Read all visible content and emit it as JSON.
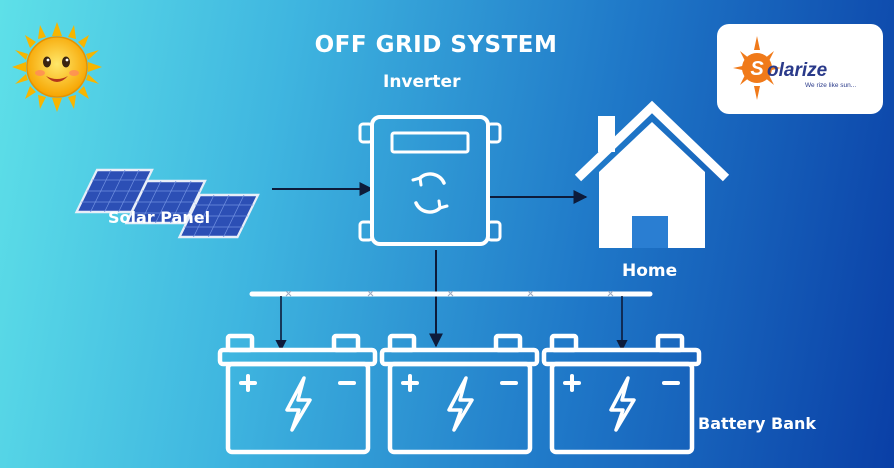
{
  "title": "OFF GRID SYSTEM",
  "labels": {
    "inverter": "Inverter",
    "solar_panel": "Solar Panel",
    "home": "Home",
    "battery_bank": "Battery Bank"
  },
  "logo": {
    "name": "olarize",
    "initial": "S",
    "tagline": "We rize like sun..."
  },
  "icons": [
    "sun-mascot-icon",
    "solar-panel-icon",
    "inverter-icon",
    "refresh-icon",
    "house-icon",
    "battery-icon",
    "lightning-icon",
    "sun-logo-icon"
  ],
  "battery_count": 3,
  "colors": {
    "gradient_left": "#5ee0e8",
    "gradient_right": "#0a3fa6",
    "line": "#ffffff",
    "arrow": "#0d1b3a",
    "panel_blue": "#2c4fb5",
    "logo_orange": "#f07a1a",
    "logo_text": "#2a3a8a"
  }
}
